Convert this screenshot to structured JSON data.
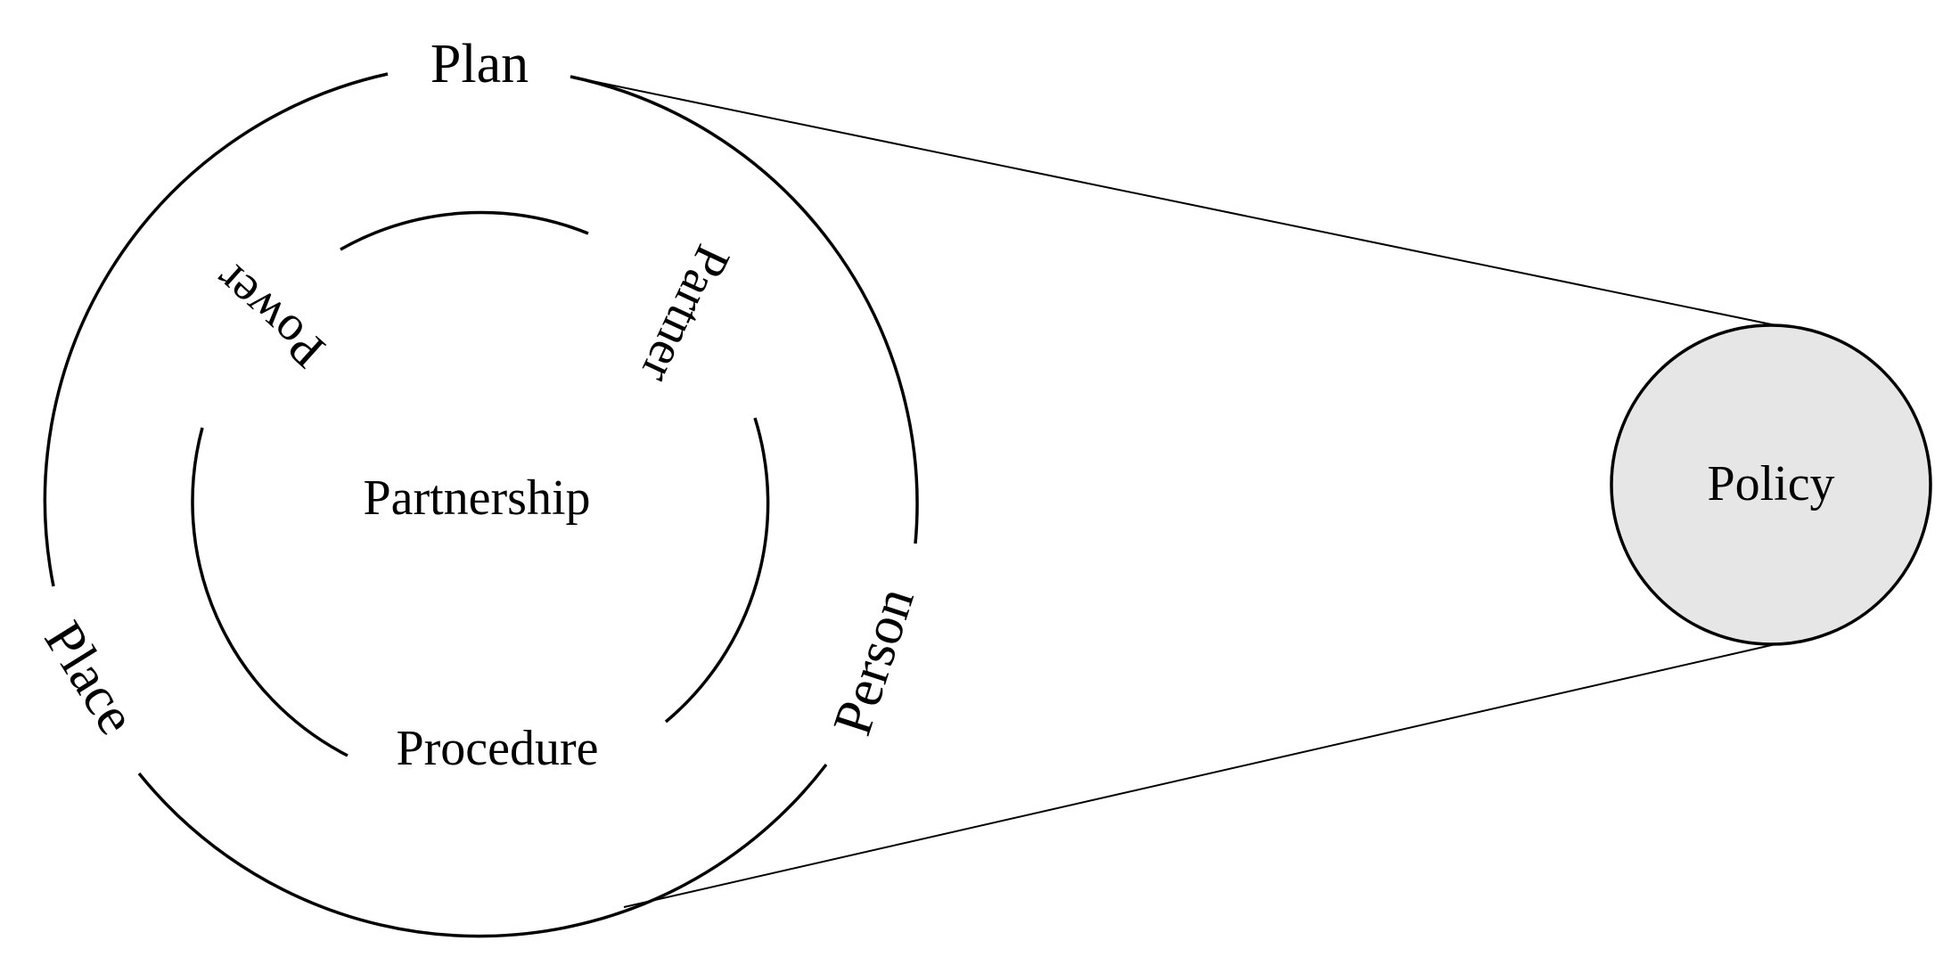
{
  "outer_ring": {
    "labels": {
      "top": "Plan",
      "left": "Place",
      "right": "Person"
    }
  },
  "inner_ring": {
    "labels": {
      "upper_left": "Power",
      "upper_right": "Partner",
      "bottom": "Procedure"
    },
    "center": "Partnership"
  },
  "target_node": {
    "label": "Policy",
    "fill_color": "#e6e6e6"
  },
  "line_color": "#000000"
}
